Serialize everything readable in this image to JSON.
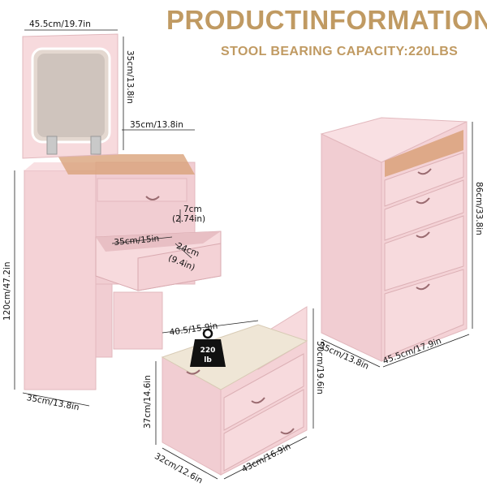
{
  "header": {
    "title": "PRODUCTINFORMATION",
    "subtitle": "STOOL BEARING CAPACITY:220LBS"
  },
  "vanity": {
    "mirror_width": "45.5cm/19.7in",
    "mirror_height": "35cm/13.8in",
    "top_depth": "35cm/13.8in",
    "drawer_height_line1": "7cm",
    "drawer_height_line2": "(2.74in)",
    "drawer_width": "35cm/15in",
    "drawer_depth_line1": "24cm",
    "drawer_depth_line2": "(9.4in)",
    "total_height": "120cm/47.2in",
    "base_depth": "35cm/13.8in"
  },
  "cabinet": {
    "height": "86cm/33.8in",
    "depth": "35cm/13.8in",
    "width": "45.5cm/17.9in"
  },
  "stool": {
    "seat_width": "40.5/15.9in",
    "capacity_line1": "220",
    "capacity_line2": "lb",
    "front_height": "37cm/14.6in",
    "back_height": "50cm/19.6in",
    "depth": "32cm/12.6in",
    "width": "43cm/16.9in"
  },
  "colors": {
    "accent": "#c09a62",
    "furniture": "#f4d2d6",
    "furniture_shade": "#e8bfc4",
    "glass": "#d9a27a"
  }
}
